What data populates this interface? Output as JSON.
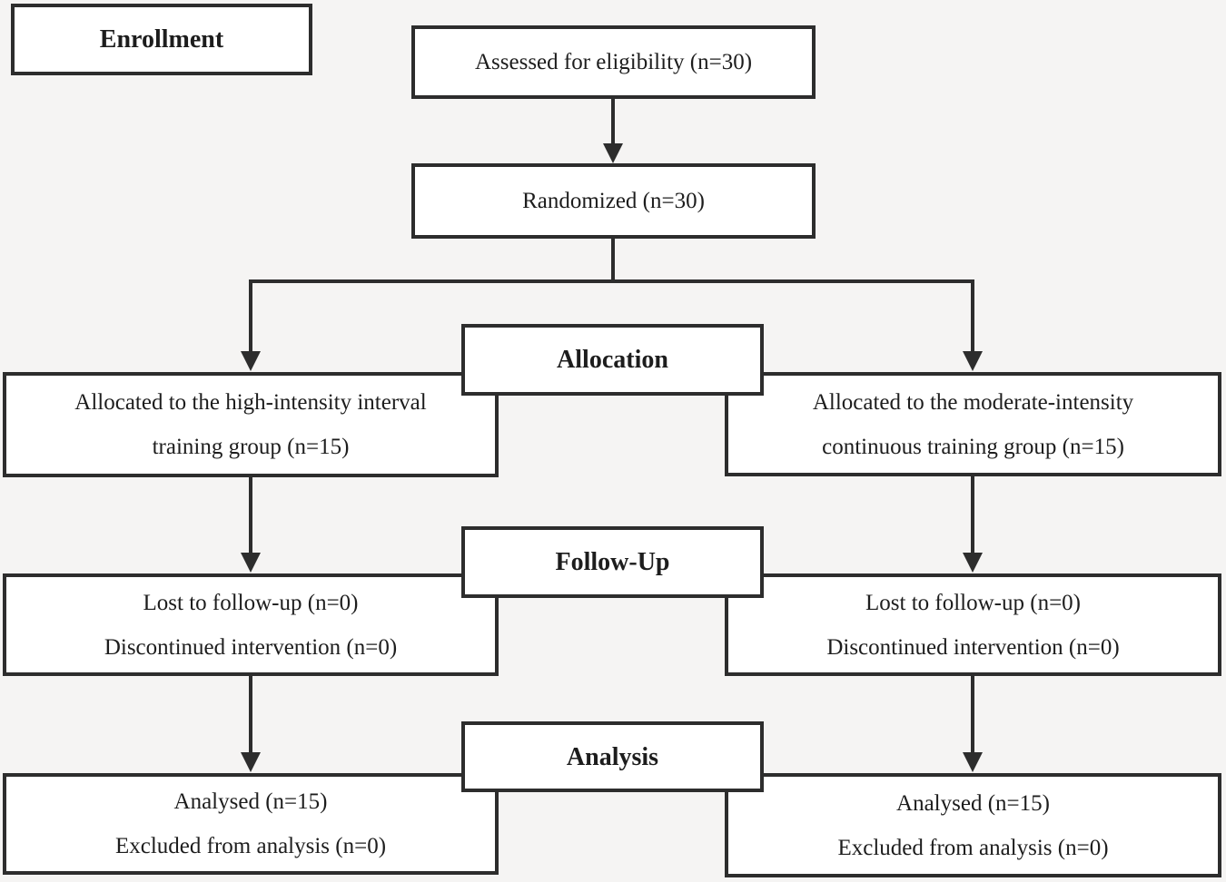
{
  "colors": {
    "background": "#f5f4f3",
    "box_fill": "#ffffff",
    "line": "#2d2d2d",
    "text": "#1d1d1d"
  },
  "stages": {
    "enrollment": "Enrollment",
    "allocation": "Allocation",
    "follow_up": "Follow-Up",
    "analysis": "Analysis"
  },
  "nodes": {
    "assessed": "Assessed for eligibility (n=30)",
    "randomized": "Randomized (n=30)",
    "allocated_left": [
      "Allocated to the high-intensity interval",
      "training group (n=15)"
    ],
    "allocated_right": [
      "Allocated to the moderate-intensity",
      "continuous training group (n=15)"
    ],
    "followup_left": [
      "Lost to follow-up (n=0)",
      "Discontinued intervention (n=0)"
    ],
    "followup_right": [
      "Lost to follow-up (n=0)",
      "Discontinued intervention (n=0)"
    ],
    "analysis_left": [
      "Analysed (n=15)",
      "Excluded from analysis (n=0)"
    ],
    "analysis_right": [
      "Analysed (n=15)",
      "Excluded from analysis (n=0)"
    ]
  }
}
